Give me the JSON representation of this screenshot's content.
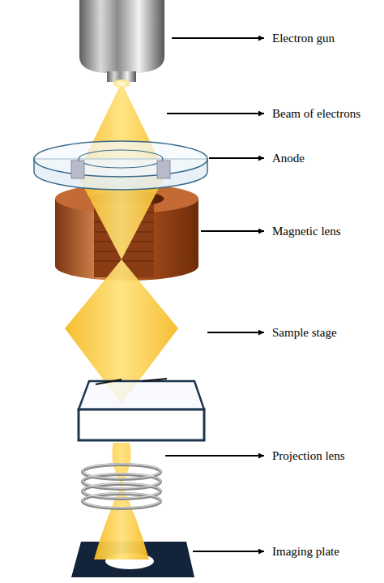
{
  "diagram": {
    "labels": [
      "Electron gun",
      "Beam of electrons",
      "Anode",
      "Magnetic lens",
      "Sample stage",
      "Projection lens",
      "Imaging plate"
    ]
  }
}
